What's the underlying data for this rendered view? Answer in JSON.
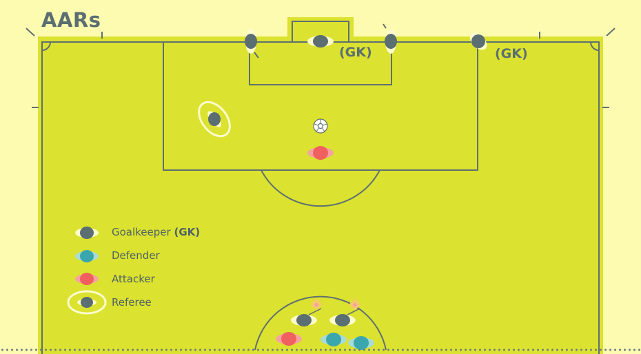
{
  "title": "AARs",
  "gk_markers": [
    "(GK)",
    "(GK)"
  ],
  "legend": [
    {
      "label": "Goalkeeper",
      "suffix": "(GK)",
      "role": "goalkeeper",
      "color": "#5b6e72"
    },
    {
      "label": "Defender",
      "suffix": "",
      "role": "defender",
      "color": "#3aa7ae"
    },
    {
      "label": "Attacker",
      "suffix": "",
      "role": "attacker",
      "color": "#f0605e"
    },
    {
      "label": "Referee",
      "suffix": "",
      "role": "referee",
      "color": "#5b6e72"
    }
  ],
  "colors": {
    "pitch": "#dbe22f",
    "lines": "#5f6f71",
    "background": "#fdfbb0",
    "goalkeeper": "#5b6e72",
    "defender": "#3aa7ae",
    "attacker": "#f0605e",
    "referee_ring": "#fdfbcc",
    "flag": "#f6c96b"
  },
  "icons": [
    "player-icon",
    "ball-icon",
    "referee-icon",
    "flag-icon"
  ]
}
